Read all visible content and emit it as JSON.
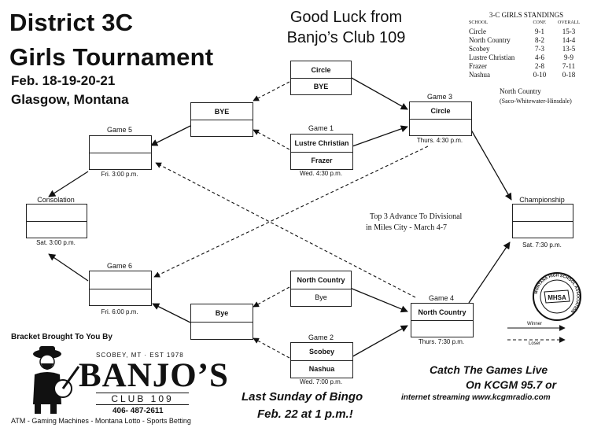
{
  "header": {
    "title_line1": "District 3C",
    "title_line2": "Girls Tournament",
    "dates": "Feb. 18-19-20-21",
    "location": "Glasgow, Montana",
    "good_luck_line1": "Good Luck from",
    "good_luck_line2": "Banjo’s Club 109"
  },
  "standings": {
    "title": "3-C GIRLS STANDINGS",
    "col_school": "SCHOOL",
    "col_conf": "CONF.",
    "col_overall": "OVERALL",
    "rows": [
      {
        "school": "Circle",
        "conf": "9-1",
        "overall": "15-3"
      },
      {
        "school": "North Country",
        "conf": "8-2",
        "overall": "14-4"
      },
      {
        "school": "Scobey",
        "conf": "7-3",
        "overall": "13-5"
      },
      {
        "school": "Lustre Christian",
        "conf": "4-6",
        "overall": "9-9"
      },
      {
        "school": "Frazer",
        "conf": "2-8",
        "overall": "7-11"
      },
      {
        "school": "Nashua",
        "conf": "0-10",
        "overall": "0-18"
      }
    ],
    "note_team": "North Country",
    "note_coop": "(Saco-Whitewater-Hinsdale)"
  },
  "bracket": {
    "r1_top": {
      "team1": "Circle",
      "team2": "BYE"
    },
    "bye_top": {
      "team1": "BYE",
      "team2": ""
    },
    "game1": {
      "label": "Game 1",
      "team1": "Lustre Christian",
      "team2": "Frazer",
      "time": "Wed. 4:30 p.m."
    },
    "game3": {
      "label": "Game 3",
      "team1": "Circle",
      "team2": "",
      "time": "Thurs. 4:30 p.m."
    },
    "game5": {
      "label": "Game 5",
      "team1": "",
      "team2": "",
      "time": "Fri. 3:00 p.m."
    },
    "consolation": {
      "label": "Consolation",
      "team1": "",
      "team2": "",
      "time": "Sat. 3:00 p.m."
    },
    "championship": {
      "label": "Championship",
      "team1": "",
      "team2": "",
      "time": "Sat. 7:30 p.m."
    },
    "game6": {
      "label": "Game 6",
      "team1": "",
      "team2": "",
      "time": "Fri. 6:00 p.m."
    },
    "r1_bottom": {
      "team1": "North Country",
      "team2": "Bye"
    },
    "bye_bottom": {
      "team1": "Bye",
      "team2": ""
    },
    "game2": {
      "label": "Game 2",
      "team1": "Scobey",
      "team2": "Nashua",
      "time": "Wed. 7:00 p.m."
    },
    "game4": {
      "label": "Game 4",
      "team1": "North Country",
      "team2": "",
      "time": "Thurs. 7:30 p.m."
    }
  },
  "advance_note_line1": "Top  3 Advance To Divisional",
  "advance_note_line2": "in Miles City - March 4-7",
  "legend": {
    "winner": "Winner",
    "loser": "Loser"
  },
  "mhsa": {
    "ring_text": "MONTANA HIGH SCHOOL ASSOCIATION",
    "center": "MHSA"
  },
  "sponsor": {
    "brought_by": "Bracket Brought To You By",
    "tagline": "SCOBEY, MT · EST 1978",
    "name": "BANJO’S",
    "club": "CLUB 109",
    "phone": "406- 487-2611",
    "services": "ATM - Gaming Machines - Montana Lotto -  Sports Betting"
  },
  "bingo_line1": "Last Sunday of Bingo",
  "bingo_line2": "Feb. 22 at 1 p.m.!",
  "radio": {
    "line1": "Catch The Games Live",
    "line2": "On KCGM 95.7 or",
    "line3": "internet streaming  www.kcgmradio.com"
  },
  "colors": {
    "ink": "#111111",
    "background": "#ffffff"
  }
}
